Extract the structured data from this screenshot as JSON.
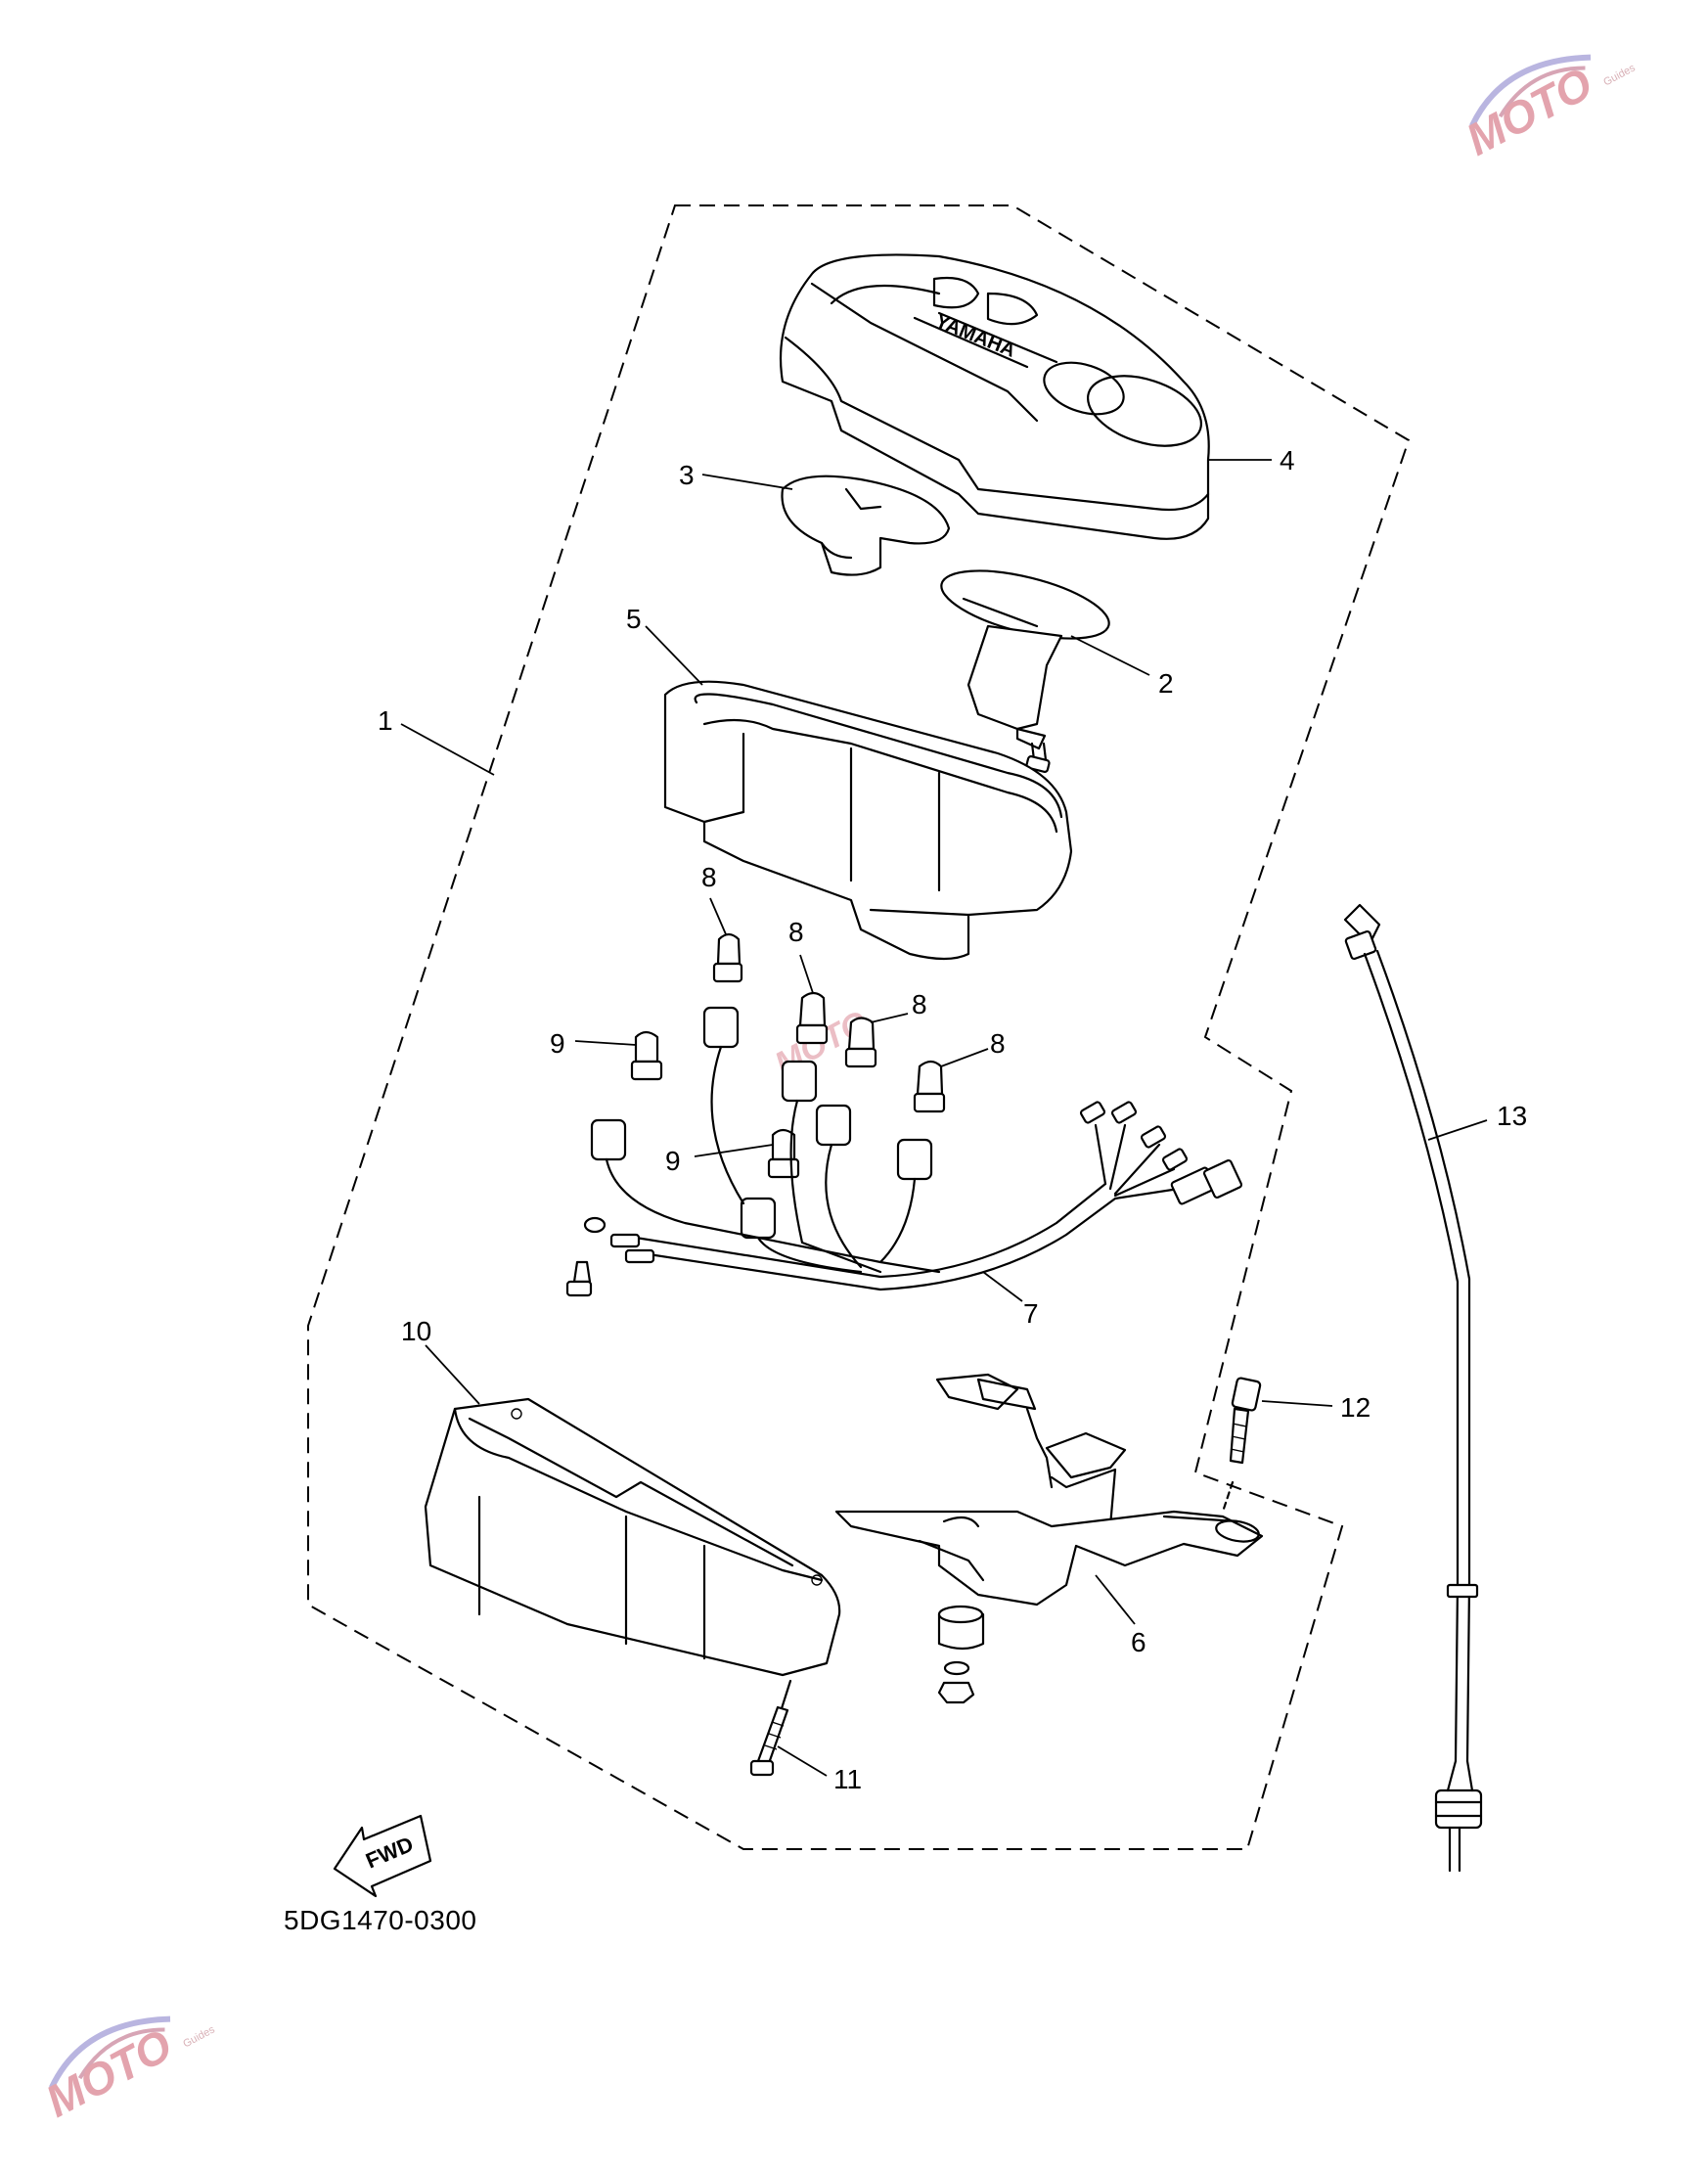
{
  "diagram_code": "5DG1470-0300",
  "fwd_label": "FWD",
  "watermark": {
    "brand": "MOTO",
    "sub": "Guides"
  },
  "callouts": [
    {
      "id": "c1",
      "label": "1"
    },
    {
      "id": "c2",
      "label": "2"
    },
    {
      "id": "c3",
      "label": "3"
    },
    {
      "id": "c4",
      "label": "4"
    },
    {
      "id": "c5",
      "label": "5"
    },
    {
      "id": "c6",
      "label": "6"
    },
    {
      "id": "c7",
      "label": "7"
    },
    {
      "id": "c8a",
      "label": "8"
    },
    {
      "id": "c8b",
      "label": "8"
    },
    {
      "id": "c8c",
      "label": "8"
    },
    {
      "id": "c8d",
      "label": "8"
    },
    {
      "id": "c9a",
      "label": "9"
    },
    {
      "id": "c9b",
      "label": "9"
    },
    {
      "id": "c10",
      "label": "10"
    },
    {
      "id": "c11",
      "label": "11"
    },
    {
      "id": "c12",
      "label": "12"
    },
    {
      "id": "c13",
      "label": "13"
    }
  ]
}
